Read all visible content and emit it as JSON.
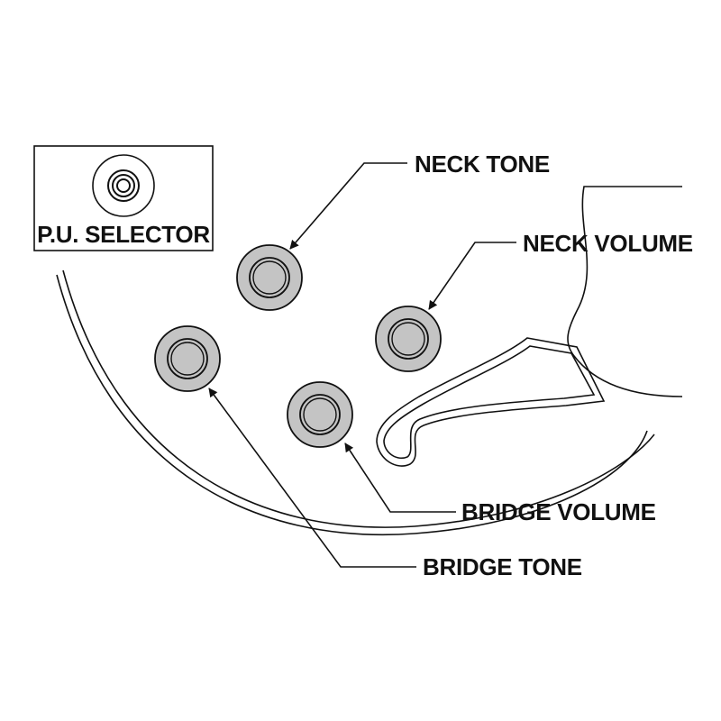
{
  "selector": {
    "label": "P.U. SELECTOR"
  },
  "labels": {
    "neck_tone": "NECK TONE",
    "neck_volume": "NECK VOLUME",
    "bridge_volume": "BRIDGE VOLUME",
    "bridge_tone": "BRIDGE TONE"
  },
  "colors": {
    "line": "#111111",
    "knob_fill": "#c4c4c4",
    "background": "#ffffff"
  }
}
